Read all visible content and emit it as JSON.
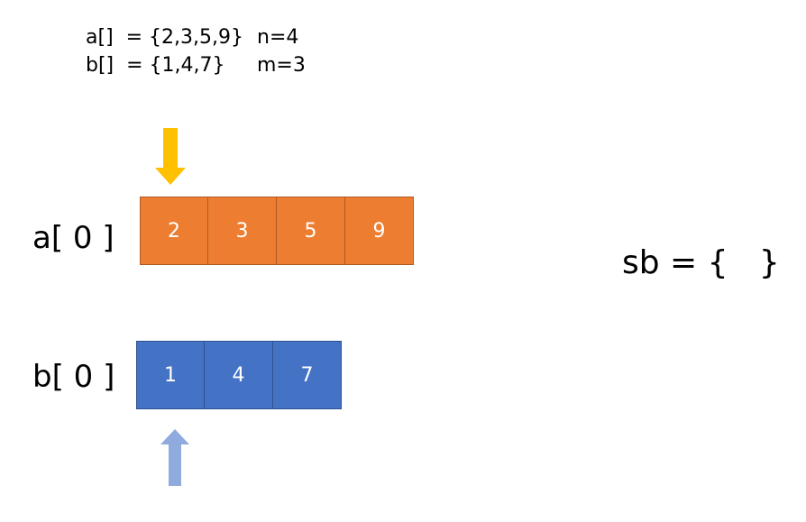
{
  "header": {
    "a_decl": "a[]  = {2,3,5,9}",
    "n_decl": "n=4",
    "b_decl": "b[]  = {1,4,7}",
    "m_decl": "m=3"
  },
  "array_a": {
    "label": "a[ 0 ]",
    "cells": [
      "2",
      "3",
      "5",
      "9"
    ],
    "color": "#ED7D31"
  },
  "array_b": {
    "label": "b[ 0 ]",
    "cells": [
      "1",
      "4",
      "7"
    ],
    "color": "#4472C4"
  },
  "pointers": {
    "a_pointer": {
      "icon": "down-arrow-icon",
      "color": "#FFC000"
    },
    "b_pointer": {
      "icon": "up-arrow-icon",
      "color": "#8FAADC"
    }
  },
  "result": {
    "text": "sb = {   }"
  }
}
